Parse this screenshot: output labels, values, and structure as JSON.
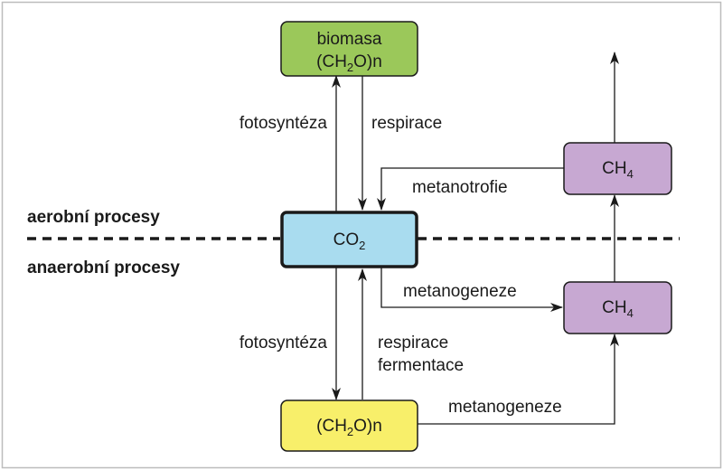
{
  "zones": {
    "aerobic": "aerobní procesy",
    "anaerobic": "anaerobní procesy"
  },
  "nodes": {
    "biomass": {
      "line1": "biomasa",
      "formula_prefix": "(CH",
      "formula_sub": "2",
      "formula_suffix": "O)n",
      "color": "#9bc85a"
    },
    "co2": {
      "base": "CO",
      "sub": "2",
      "color": "#a9dcef"
    },
    "ch4_top": {
      "base": "CH",
      "sub": "4",
      "color": "#c7a8d2"
    },
    "ch4_bottom": {
      "base": "CH",
      "sub": "4",
      "color": "#c7a8d2"
    },
    "organic": {
      "formula_prefix": "(CH",
      "formula_sub": "2",
      "formula_suffix": "O)n",
      "color": "#f8ef6a"
    }
  },
  "edges": {
    "photosynthesis_top": "fotosyntéza",
    "respiration_top": "respirace",
    "methanotrophy": "metanotrofie",
    "methanogenesis_co2": "metanogeneze",
    "photosynthesis_bottom": "fotosyntéza",
    "respiration_bottom_1": "respirace",
    "respiration_bottom_2": "fermentace",
    "methanogenesis_organic": "metanogeneze"
  }
}
